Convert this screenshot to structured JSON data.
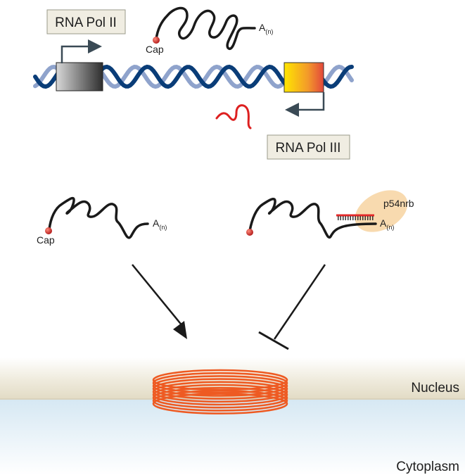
{
  "labels": {
    "pol2": "RNA Pol II",
    "pol3": "RNA Pol III",
    "cap_top": "Cap",
    "cap_left": "Cap",
    "polya_top": "A",
    "polya_left": "A",
    "polya_right": "A",
    "polya_sub": "(n)",
    "p54nrb": "p54nrb",
    "nucleus": "Nucleus",
    "cytoplasm": "Cytoplasm"
  },
  "colors": {
    "dna_strand_dark": "#0a3d78",
    "dna_strand_light": "#8fa3cc",
    "pol2_promoter": "#4a4a4a",
    "pol3_promoter_start": "#ffe000",
    "pol3_promoter_end": "#e5503a",
    "arrow": "#3a4a55",
    "mrna": "#1a1a1a",
    "cap": "#cc2222",
    "small_rna": "#dd2020",
    "p54nrb": "#f5cf9a",
    "circular_rna": "#ee5a22",
    "nucleus_band": "#ebe6d6",
    "cytoplasm_band": "#dcebf4"
  }
}
